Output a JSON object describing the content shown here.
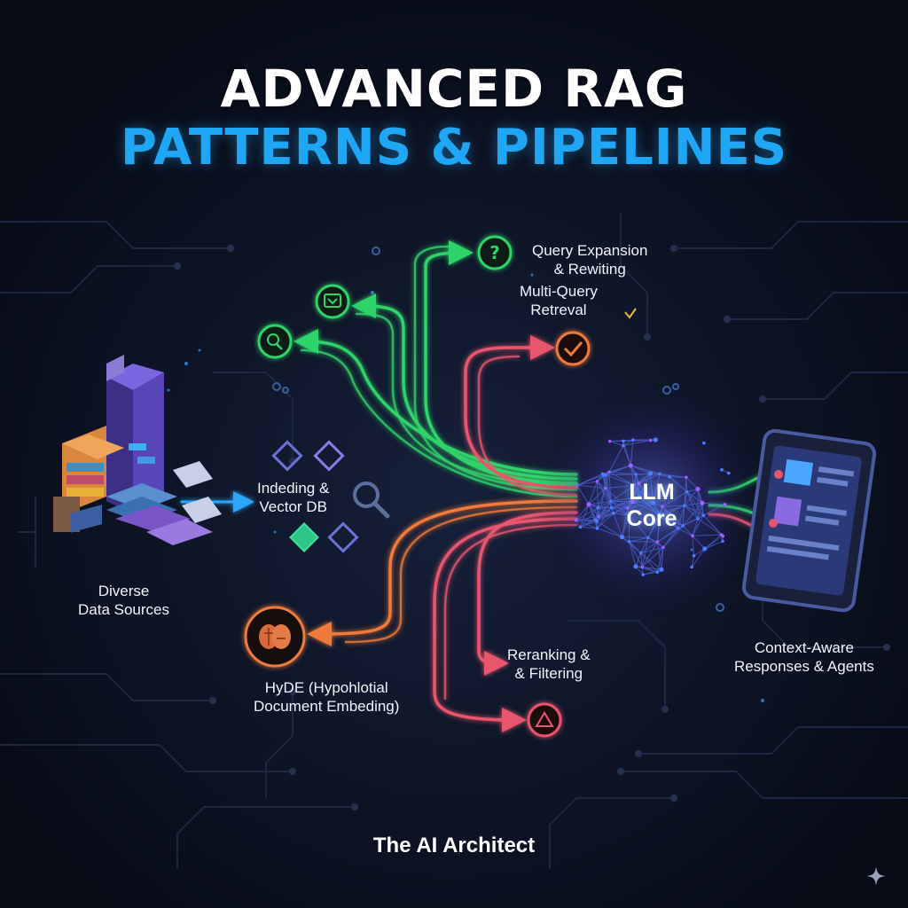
{
  "title": {
    "line1": "ADVANCED RAG",
    "line2": "PATTERNS & PIPELINES"
  },
  "nodes": {
    "query_expansion": {
      "line1": "Query Expansion",
      "line2": "& Rewiting",
      "icon": "question-icon"
    },
    "multi_query": {
      "line1": "Multi-Query",
      "line2": "Retreval",
      "icon": "check-icon"
    },
    "indexing": {
      "line1": "Indeding &",
      "line2": "Vector DB",
      "icon": "magnifier-icon"
    },
    "data_sources": {
      "line1": "Diverse",
      "line2": "Data Sources",
      "icon": "server-stack-icon"
    },
    "llm_core": {
      "line1": "LLM",
      "line2": "Core",
      "icon": "neural-network-icon"
    },
    "reranking": {
      "line1": "Reranking &",
      "line2": "& Filtering",
      "icon": "filter-icon"
    },
    "hyde": {
      "line1": "HyDE (Hypohlotial",
      "line2": "Document Embeding)",
      "icon": "brain-icon"
    },
    "responses": {
      "line1": "Context-Aware",
      "line2": "Responses & Agents",
      "icon": "tablet-icon"
    }
  },
  "colors": {
    "background": "#0b1020",
    "title_white": "#ffffff",
    "title_blue": "#1fa6f5",
    "green_path": "#2fd36a",
    "red_path": "#e8566e",
    "orange_path": "#f07a3a",
    "blue_arrow": "#2aa6ff",
    "network_blue": "#4d7dff",
    "network_purple": "#a05cff"
  },
  "footer": "The AI Architect"
}
